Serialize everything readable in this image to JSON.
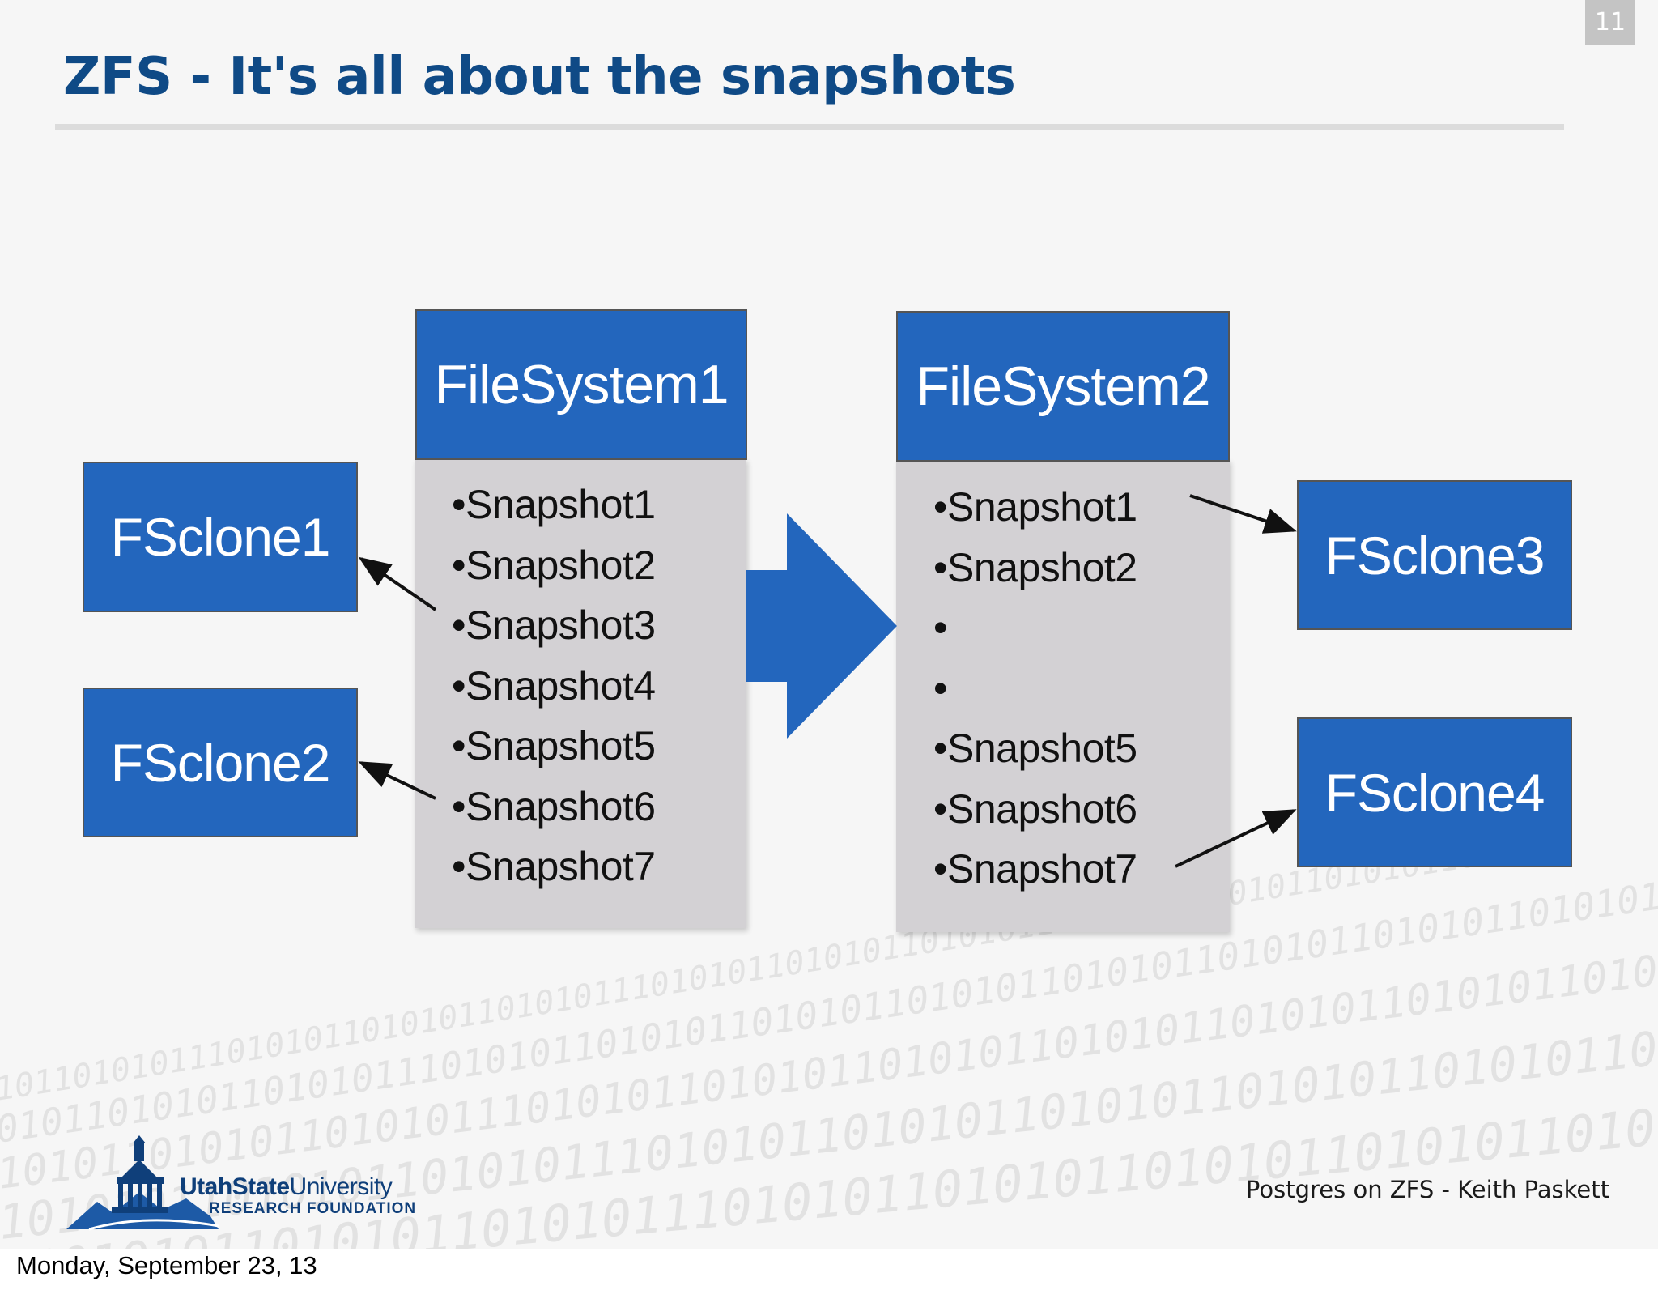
{
  "slide": {
    "page_number": "11",
    "title": "ZFS - It's all about the snapshots",
    "footer": "Postgres on ZFS - Keith Paskett",
    "logo": {
      "name_bold": "UtahState",
      "name_regular": "University",
      "sub": "RESEARCH FOUNDATION"
    }
  },
  "diagram": {
    "filesystem1": {
      "label": "FileSystem1",
      "snapshots": [
        "•Snapshot1",
        "•Snapshot2",
        "•Snapshot3",
        "•Snapshot4",
        "•Snapshot5",
        "•Snapshot6",
        "•Snapshot7"
      ]
    },
    "filesystem2": {
      "label": "FileSystem2",
      "snapshots": [
        "•Snapshot1",
        "•Snapshot2",
        "•",
        "•",
        "•Snapshot5",
        "•Snapshot6",
        "•Snapshot7"
      ]
    },
    "clones": {
      "fsclone1": "FSclone1",
      "fsclone2": "FSclone2",
      "fsclone3": "FSclone3",
      "fsclone4": "FSclone4"
    },
    "colors": {
      "box_blue": "#2366bd",
      "panel_gray": "#d3d1d4",
      "title_blue": "#0f4a86"
    }
  },
  "caption": "Monday, September 23, 13"
}
